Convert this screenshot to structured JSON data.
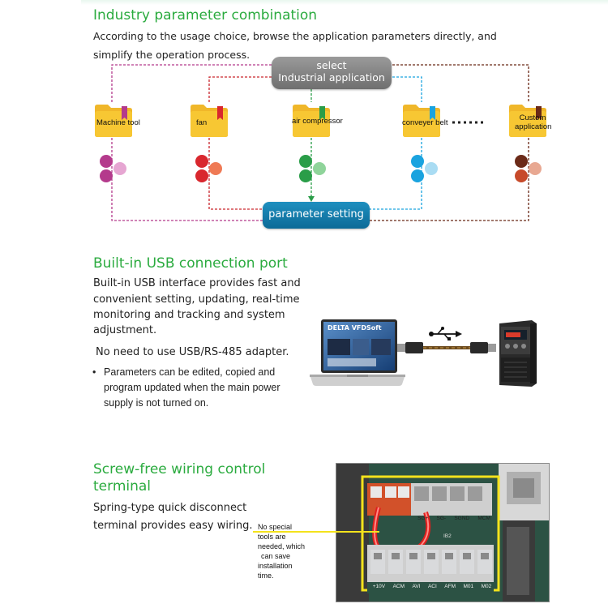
{
  "section1": {
    "title": "Industry parameter combination",
    "desc_line1": "According to the usage choice, browse the application parameters directly, and",
    "desc_line2": "simplify the operation process.",
    "select_line1": "select",
    "select_line2": "Industrial application",
    "folders": [
      "Machine tool",
      "fan",
      "air compressor",
      "conveyer belt",
      "Custom application"
    ],
    "param_button": "parameter setting",
    "colors": {
      "machine_tool": "#b43a8c",
      "fan": "#d9272e",
      "air_compressor": "#2a9d48",
      "conveyer_belt": "#1aa3df",
      "custom": "#6b2a18"
    }
  },
  "section2": {
    "title": "Built-in USB connection port",
    "para_lines": [
      "Built-in USB interface provides fast and",
      "convenient setting, updating, real-time",
      "monitoring and tracking and system",
      "adjustment."
    ],
    "note": "No need to use USB/RS-485 adapter.",
    "bullet_lines": [
      "Parameters can be edited, copied and",
      "program updated when the main power",
      "supply is not turned on."
    ],
    "screen_title": "DELTA VFDSoft",
    "usb_icon": "usb-icon"
  },
  "section3": {
    "title_line1": "Screw-free wiring control",
    "title_line2": "terminal",
    "para_lines": [
      "Spring-type quick disconnect",
      "terminal provides easy wiring."
    ],
    "note_lines": [
      "No special",
      "tools are",
      "needed, which",
      "can save",
      "installation",
      "time."
    ],
    "top_terminals": [
      "SG+",
      "SG-",
      "SGND",
      "MCM"
    ],
    "bottom_terminals": [
      "+10V",
      "ACM",
      "AVI",
      "ACI",
      "AFM",
      "M01",
      "M02"
    ],
    "board_label": "IB2"
  }
}
